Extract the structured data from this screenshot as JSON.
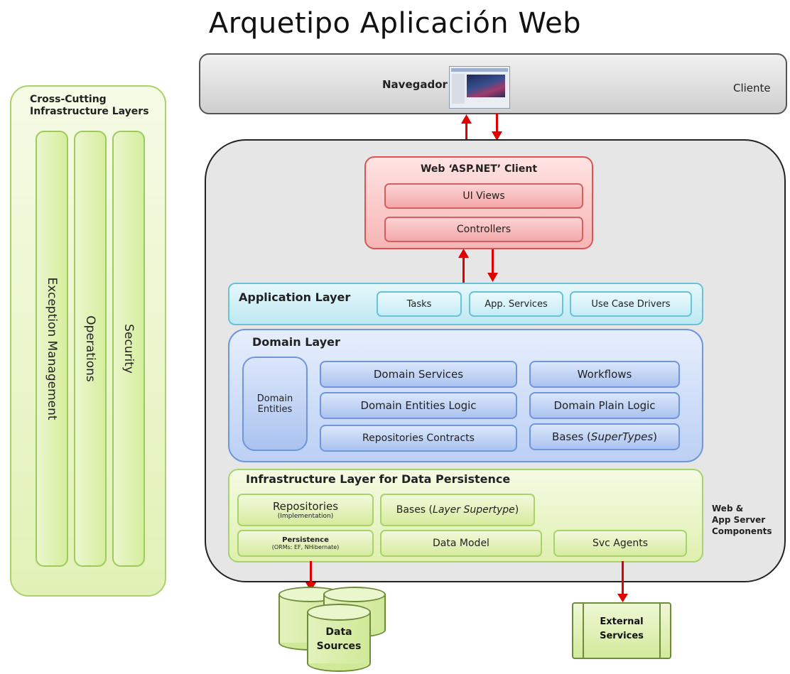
{
  "title": "Arquetipo Aplicación Web",
  "cross_cutting": {
    "title_line1": "Cross-Cutting",
    "title_line2": "Infrastructure Layers",
    "pillars": [
      "Exception Management",
      "Operations",
      "Security"
    ]
  },
  "client": {
    "browser_label": "Navegador",
    "tier_label": "Cliente"
  },
  "web_client": {
    "title": "Web ‘ASP.NET’ Client",
    "items": [
      "UI Views",
      "Controllers"
    ]
  },
  "application_layer": {
    "title": "Application Layer",
    "items": [
      "Tasks",
      "App. Services",
      "Use Case Drivers"
    ]
  },
  "domain_layer": {
    "title": "Domain Layer",
    "entities_line1": "Domain",
    "entities_line2": "Entities",
    "items": [
      "Domain Services",
      "Workflows",
      "Domain Entities Logic",
      "Domain Plain Logic",
      "Repositories Contracts"
    ],
    "bases_prefix": "Bases (",
    "bases_italic": "SuperTypes",
    "bases_suffix": ")"
  },
  "infrastructure_layer": {
    "title": "Infrastructure Layer for Data Persistence",
    "repositories": "Repositories",
    "repositories_sub": "(Implementation)",
    "bases_prefix": "Bases (",
    "bases_italic": "Layer Supertype",
    "bases_suffix": ")",
    "persistence": "Persistence",
    "persistence_sub": "(ORMs: EF, NHibernate)",
    "data_model": "Data Model",
    "svc_agents": "Svc Agents"
  },
  "server_label_lines": [
    "Web &",
    "App Server",
    "Components"
  ],
  "data_sources_lines": [
    "Data",
    "Sources"
  ],
  "external_services_lines": [
    "External",
    "Services"
  ],
  "colors": {
    "arrow": "#e00000",
    "web_client": "#f7b5b5",
    "application_layer": "#bfe8f2",
    "domain_layer": "#bcd0f5",
    "infrastructure": "#dff0b0"
  }
}
